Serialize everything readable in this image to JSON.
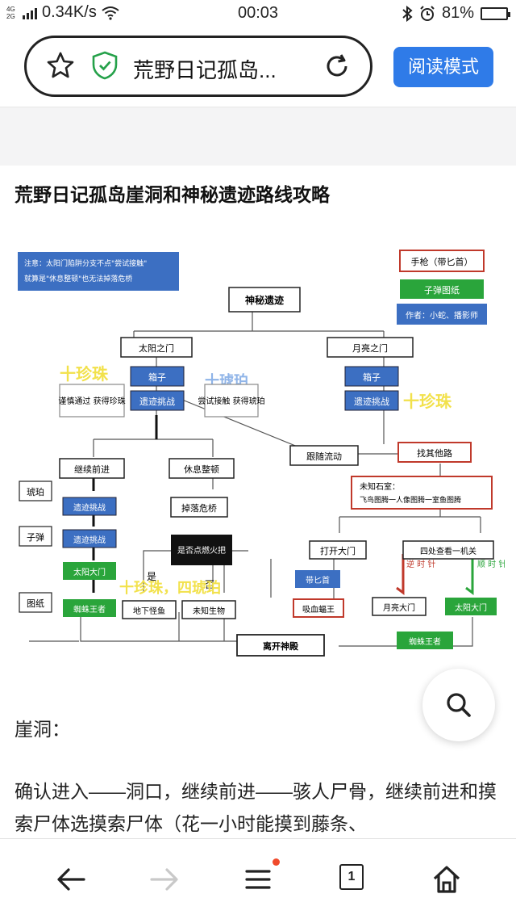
{
  "status_bar": {
    "network_type": "4G 2G",
    "speed": "0.34K/s",
    "time": "00:03",
    "battery_pct": "81%",
    "battery_level": 0.81
  },
  "address_bar": {
    "page_title": "荒野日记孤岛...",
    "read_mode_label": "阅读模式"
  },
  "article": {
    "title": "荒野日记孤岛崖洞和神秘遗迹路线攻略",
    "section_title": "崖洞：",
    "paragraph": "确认进入——洞口，继续前进——骇人尸骨，继续前进和摸索尸体选摸索尸体（花一小时能摸到藤条、"
  },
  "flowchart": {
    "note_line1": "注意：太阳门陷阱分支不点\"尝试接触\"",
    "note_line2": "就算是\"休息整顿\"也无法掉落危桥",
    "legend_1": "手枪（带匕首）",
    "legend_2": "子弹图纸",
    "legend_3": "作者：小蛇、播影师",
    "root": "神秘遗迹",
    "sun_gate": "太阳之门",
    "moon_gate": "月亮之门",
    "box_left": "箱子",
    "box_right": "箱子",
    "ruins_left": "遗迹挑战",
    "ruins_right": "遗迹挑战",
    "pearl_left": "十珍珠",
    "pearl_right": "十珍珠",
    "amber_top": "十琥珀",
    "careful": "谨慎通过 获得珍珠",
    "try_touch": "尝试接触 获得琥珀",
    "follow_flow": "跟随流动",
    "other_path": "找其他路",
    "continue": "继续前进",
    "rest": "休息整顿",
    "unknown_room": "未知石室：",
    "unknown_room2": "飞鸟图腾一人像图腾一室鱼图腾",
    "amber_label": "琥珀",
    "bullet_label": "子弹",
    "blueprint_label": "图纸",
    "ruins_challenge_1": "遗迹挑战",
    "ruins_challenge_2": "遗迹挑战",
    "fall_bridge": "掉落危桥",
    "light_fire": "是否点燃火把",
    "sun_gate_small": "太阳大门",
    "open_gate": "打开大门",
    "look_around": "四处查看一机关",
    "with_dagger": "带匕首",
    "yes": "是",
    "no": "否",
    "pearl_amber": "十珍珠，四琥珀",
    "ccw": "逆 时 针",
    "cw": "顺 时 针",
    "spider_king": "蜘蛛王者",
    "underground_fish": "地下怪鱼",
    "unknown_creature": "未知生物",
    "vampire_bat": "吸血蝠王",
    "moon_big_gate": "月亮大门",
    "sun_big_gate": "太阳大门",
    "leave_temple": "离开神殿",
    "spider_king_2": "蜘蛛王者"
  },
  "bottom_nav": {
    "tab_count": "1"
  },
  "colors": {
    "accent": "#2f7be8",
    "flow_blue": "#3c6fc2",
    "flow_green": "#2aa53b",
    "flow_red": "#c0392b",
    "pearl_yellow": "#f2e14b"
  }
}
